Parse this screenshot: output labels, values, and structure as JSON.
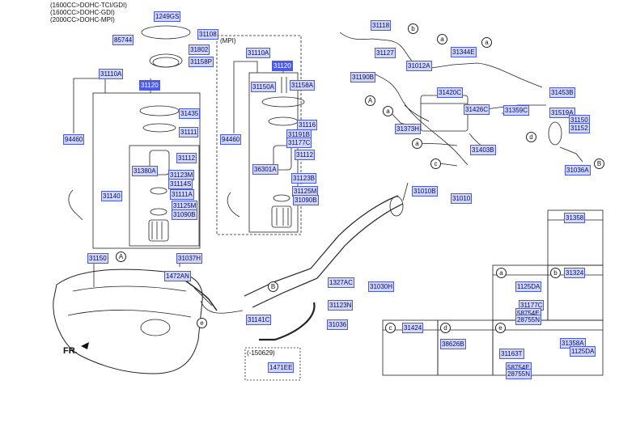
{
  "header": {
    "lines": [
      "(1600CC>DOHC-TCI/GDI)",
      "(1600CC>DOHC-GDI)",
      "(2000CC>DOHC-MPI)"
    ]
  },
  "section_labels": {
    "mpi": "(MPI)",
    "date_note": "(-150629)"
  },
  "front_label": "FR.",
  "callout_letters": {
    "a": "a",
    "b": "b",
    "c": "c",
    "d": "d",
    "e": "e",
    "A": "A",
    "B": "B"
  },
  "parts": {
    "p1249GS": "1249GS",
    "p31108": "31108",
    "p85744": "85744",
    "p31802": "31802",
    "p31158P": "31158P",
    "p31110A_left": "31110A",
    "p31120_left": "31120",
    "p31435": "31435",
    "p31111": "31111",
    "p94460_left": "94460",
    "p31112_left": "31112",
    "p31380A": "31380A",
    "p31123M": "31123M",
    "p31114S": "31114S",
    "p31140": "31140",
    "p31111A": "31111A",
    "p31125M_left": "31125M",
    "p31090B_left": "31090B",
    "p31110A_mpi": "31110A",
    "p31120_mpi": "31120",
    "p31150A": "31150A",
    "p31158A": "31158A",
    "p94460_mpi": "94460",
    "p31116": "31116",
    "p31191B": "31191B",
    "p31177C": "31177C",
    "p31112_mpi": "31112",
    "p36301A": "36301A",
    "p31123B": "31123B",
    "p31125M_mpi": "31125M",
    "p31090B_mpi": "31090B",
    "p31118": "31118",
    "p31127": "31127",
    "p31012A": "31012A",
    "p31344E": "31344E",
    "p31190B": "31190B",
    "p31420C": "31420C",
    "p31426C": "31426C",
    "p31373H": "31373H",
    "p31359C": "31359C",
    "p31403B": "31403B",
    "p31453B": "31453B",
    "p31519A": "31519A",
    "p31150_r": "31150",
    "p31152": "31152",
    "p31036A": "31036A",
    "p31010B": "31010B",
    "p31010": "31010",
    "p31150_tank": "31150",
    "p31037H": "31037H",
    "p1472AN": "1472AN",
    "p1327AC": "1327AC",
    "p31030H": "31030H",
    "p31123N": "31123N",
    "p31036": "31036",
    "p31141C": "31141C",
    "p1471EE": "1471EE",
    "p31358": "31358",
    "p31324": "31324",
    "p1125DA_a": "1125DA",
    "p31177C_a": "31177C",
    "p58754E_a": "58754E",
    "p28755N_a": "28755N",
    "p31424": "31424",
    "p38626B": "38626B",
    "p31163T": "31163T",
    "p31358A": "31358A",
    "p1125DA_e": "1125DA",
    "p58754E_e": "58754E",
    "p28755N_e": "28755N"
  }
}
